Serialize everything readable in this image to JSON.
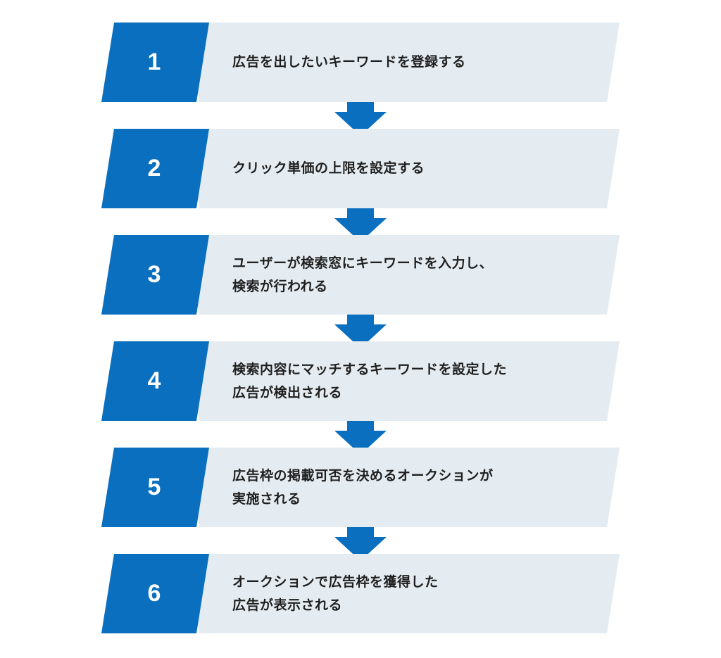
{
  "colors": {
    "number_panel": "#0a6fbf",
    "text_panel": "#e5ecf1",
    "arrow": "#0a6fbf",
    "text": "#1f1f1f"
  },
  "steps": [
    {
      "number": "1",
      "lines": [
        "広告を出したいキーワードを登録する"
      ]
    },
    {
      "number": "2",
      "lines": [
        "クリック単価の上限を設定する"
      ]
    },
    {
      "number": "3",
      "lines": [
        "ユーザーが検索窓にキーワードを入力し、",
        "検索が行われる"
      ]
    },
    {
      "number": "4",
      "lines": [
        "検索内容にマッチするキーワードを設定した",
        "広告が検出される"
      ]
    },
    {
      "number": "5",
      "lines": [
        "広告枠の掲載可否を決めるオークションが",
        "実施される"
      ]
    },
    {
      "number": "6",
      "lines": [
        "オークションで広告枠を獲得した",
        "広告が表示される"
      ]
    }
  ],
  "arrow_icon": "down-arrow-icon"
}
